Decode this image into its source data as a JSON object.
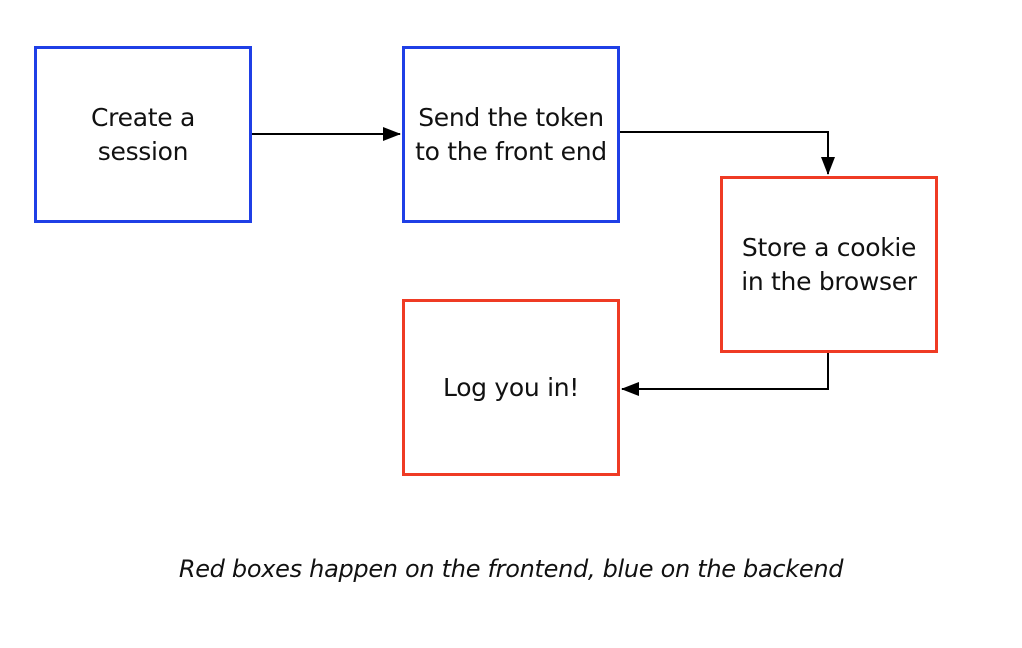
{
  "diagram": {
    "colors": {
      "backend": "#1f3fe6",
      "frontend": "#ef3b24",
      "arrow": "#000000"
    },
    "boxes": [
      {
        "id": "create-session",
        "label": "Create a\nsession",
        "side": "backend"
      },
      {
        "id": "send-token",
        "label": "Send the token\nto the front end",
        "side": "backend"
      },
      {
        "id": "store-cookie",
        "label": "Store a cookie\nin the browser",
        "side": "frontend"
      },
      {
        "id": "log-in",
        "label": "Log you in!",
        "side": "frontend"
      }
    ],
    "flow": [
      {
        "from": "create-session",
        "to": "send-token"
      },
      {
        "from": "send-token",
        "to": "store-cookie"
      },
      {
        "from": "store-cookie",
        "to": "log-in"
      }
    ]
  },
  "caption": "Red boxes happen on the frontend, blue on the backend"
}
